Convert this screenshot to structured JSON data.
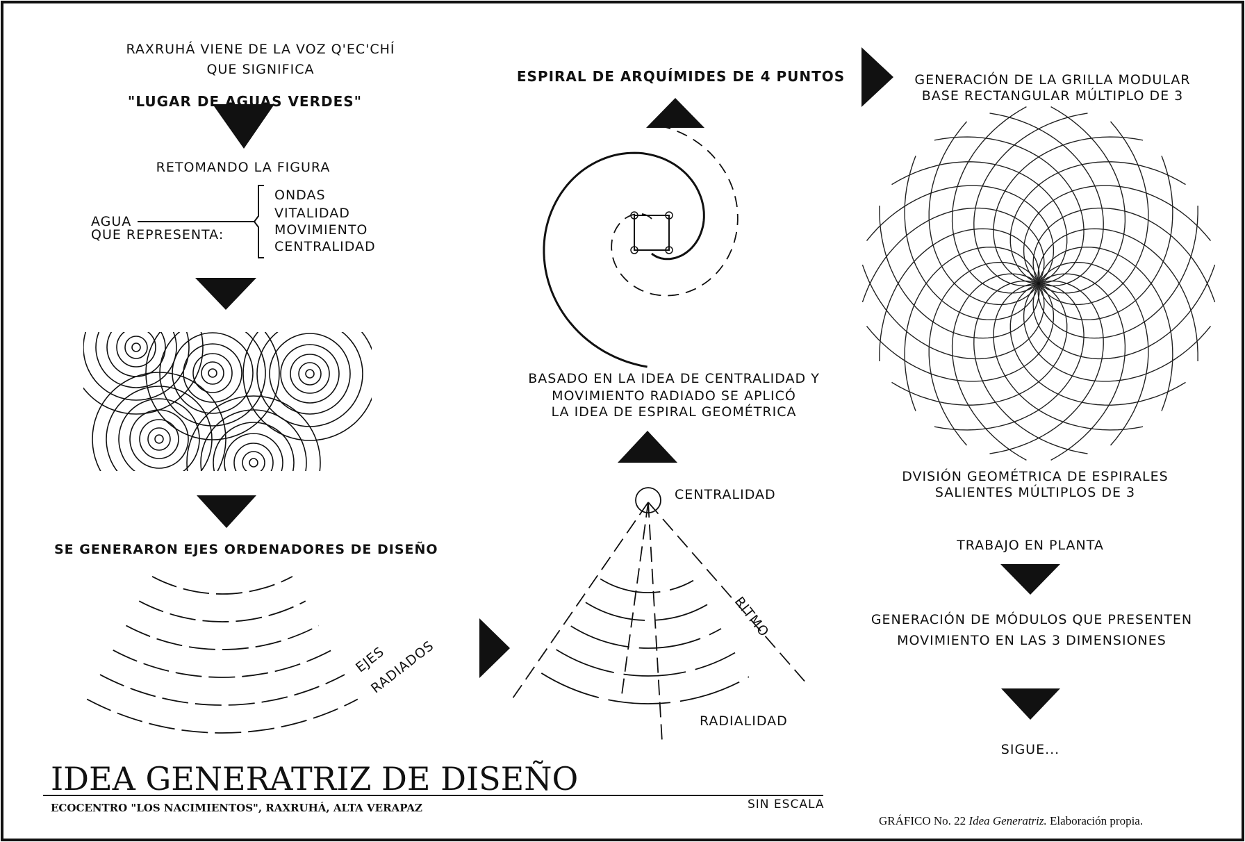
{
  "left": {
    "intro_line1": "RAXRUHÁ VIENE DE LA VOZ Q'EC'CHÍ",
    "intro_line2": "QUE SIGNIFICA",
    "meaning": "\"LUGAR DE AGUAS VERDES\"",
    "retomando": "RETOMANDO LA FIGURA",
    "agua_label1": "AGUA",
    "agua_label2": "QUE REPRESENTA:",
    "represents": [
      "ONDAS",
      "VITALIDAD",
      "MOVIMIENTO",
      "CENTRALIDAD"
    ],
    "ejes_heading": "SE GENERARON EJES ORDENADORES DE DISEÑO",
    "ejes_label1": "EJES",
    "ejes_label2": "RADIADOS"
  },
  "middle": {
    "spiral_title": "ESPIRAL DE ARQUÍMIDES DE 4 PUNTOS",
    "basado_line1": "BASADO EN LA IDEA DE CENTRALIDAD Y",
    "basado_line2": "MOVIMIENTO RADIADO SE APLICÓ",
    "basado_line3": "LA IDEA DE ESPIRAL GEOMÉTRICA",
    "centralidad": "CENTRALIDAD",
    "ritmo": "RITMO",
    "radialidad": "RADIALIDAD"
  },
  "right": {
    "grilla_line1": "GENERACIÓN DE LA GRILLA MODULAR",
    "grilla_line2": "BASE RECTANGULAR MÚLTIPLO DE 3",
    "division_line1": "DVISIÓN GEOMÉTRICA DE ESPIRALES",
    "division_line2": "SALIENTES MÚLTIPLOS DE 3",
    "trabajo": "TRABAJO EN PLANTA",
    "modulos_line1": "GENERACIÓN DE MÓDULOS QUE PRESENTEN",
    "modulos_line2": "MOVIMIENTO EN LAS 3 DIMENSIONES",
    "sigue": "SIGUE..."
  },
  "footer": {
    "title": "IDEA GENERATRIZ DE DISEÑO",
    "subtitle": "ECOCENTRO \"LOS NACIMIENTOS\", RAXRUHÁ, ALTA VERAPAZ",
    "scale": "SIN ESCALA",
    "credit_prefix": "GRÁFICO No. 22",
    "credit_italic": "Idea Generatriz.",
    "credit_suffix": "Elaboración propia."
  },
  "colors": {
    "ink": "#111111",
    "paper": "#ffffff"
  }
}
